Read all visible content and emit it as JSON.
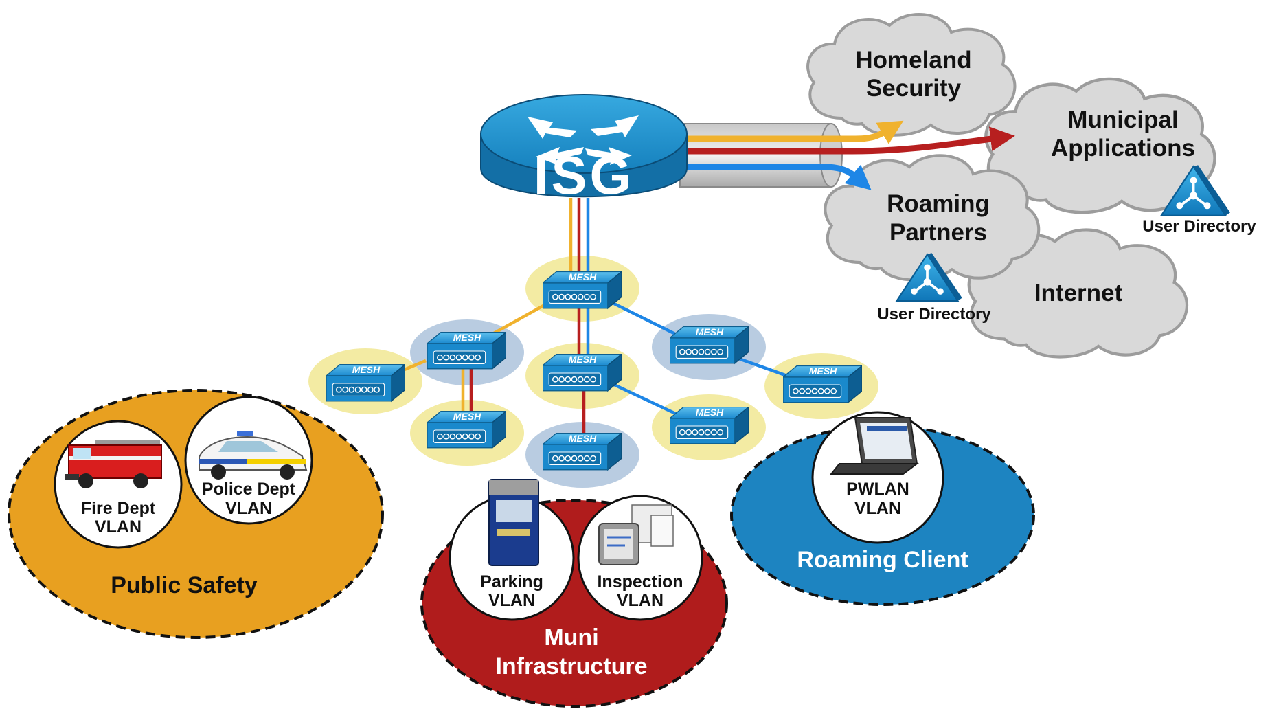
{
  "router": {
    "label": "ISG"
  },
  "clouds": {
    "homeland": {
      "line1": "Homeland",
      "line2": "Security"
    },
    "municipal": {
      "line1": "Municipal",
      "line2": "Applications"
    },
    "roaming": {
      "line1": "Roaming",
      "line2": "Partners"
    },
    "internet": {
      "label": "Internet"
    }
  },
  "directories": {
    "municipal": "User Directory",
    "roaming": "User Directory"
  },
  "mesh_nodes": {
    "label": "MESH"
  },
  "groups": {
    "public_safety": {
      "label": "Public Safety",
      "fire": {
        "line1": "Fire Dept",
        "line2": "VLAN"
      },
      "police": {
        "line1": "Police Dept",
        "line2": "VLAN"
      }
    },
    "muni": {
      "line1": "Muni",
      "line2": "Infrastructure",
      "parking": {
        "line1": "Parking",
        "line2": "VLAN"
      },
      "inspection": {
        "line1": "Inspection",
        "line2": "VLAN"
      }
    },
    "roaming_client": {
      "label": "Roaming Client",
      "pwlan": {
        "line1": "PWLAN",
        "line2": "VLAN"
      }
    }
  },
  "colors": {
    "public_safety": "#E8A020",
    "muni": "#B01C1C",
    "roaming": "#1D84C1",
    "router": "#1B8CC4",
    "cloud": "#D8D8D8",
    "halo_yellow": "#F3EBA3",
    "halo_blue": "#B9CCE1"
  }
}
